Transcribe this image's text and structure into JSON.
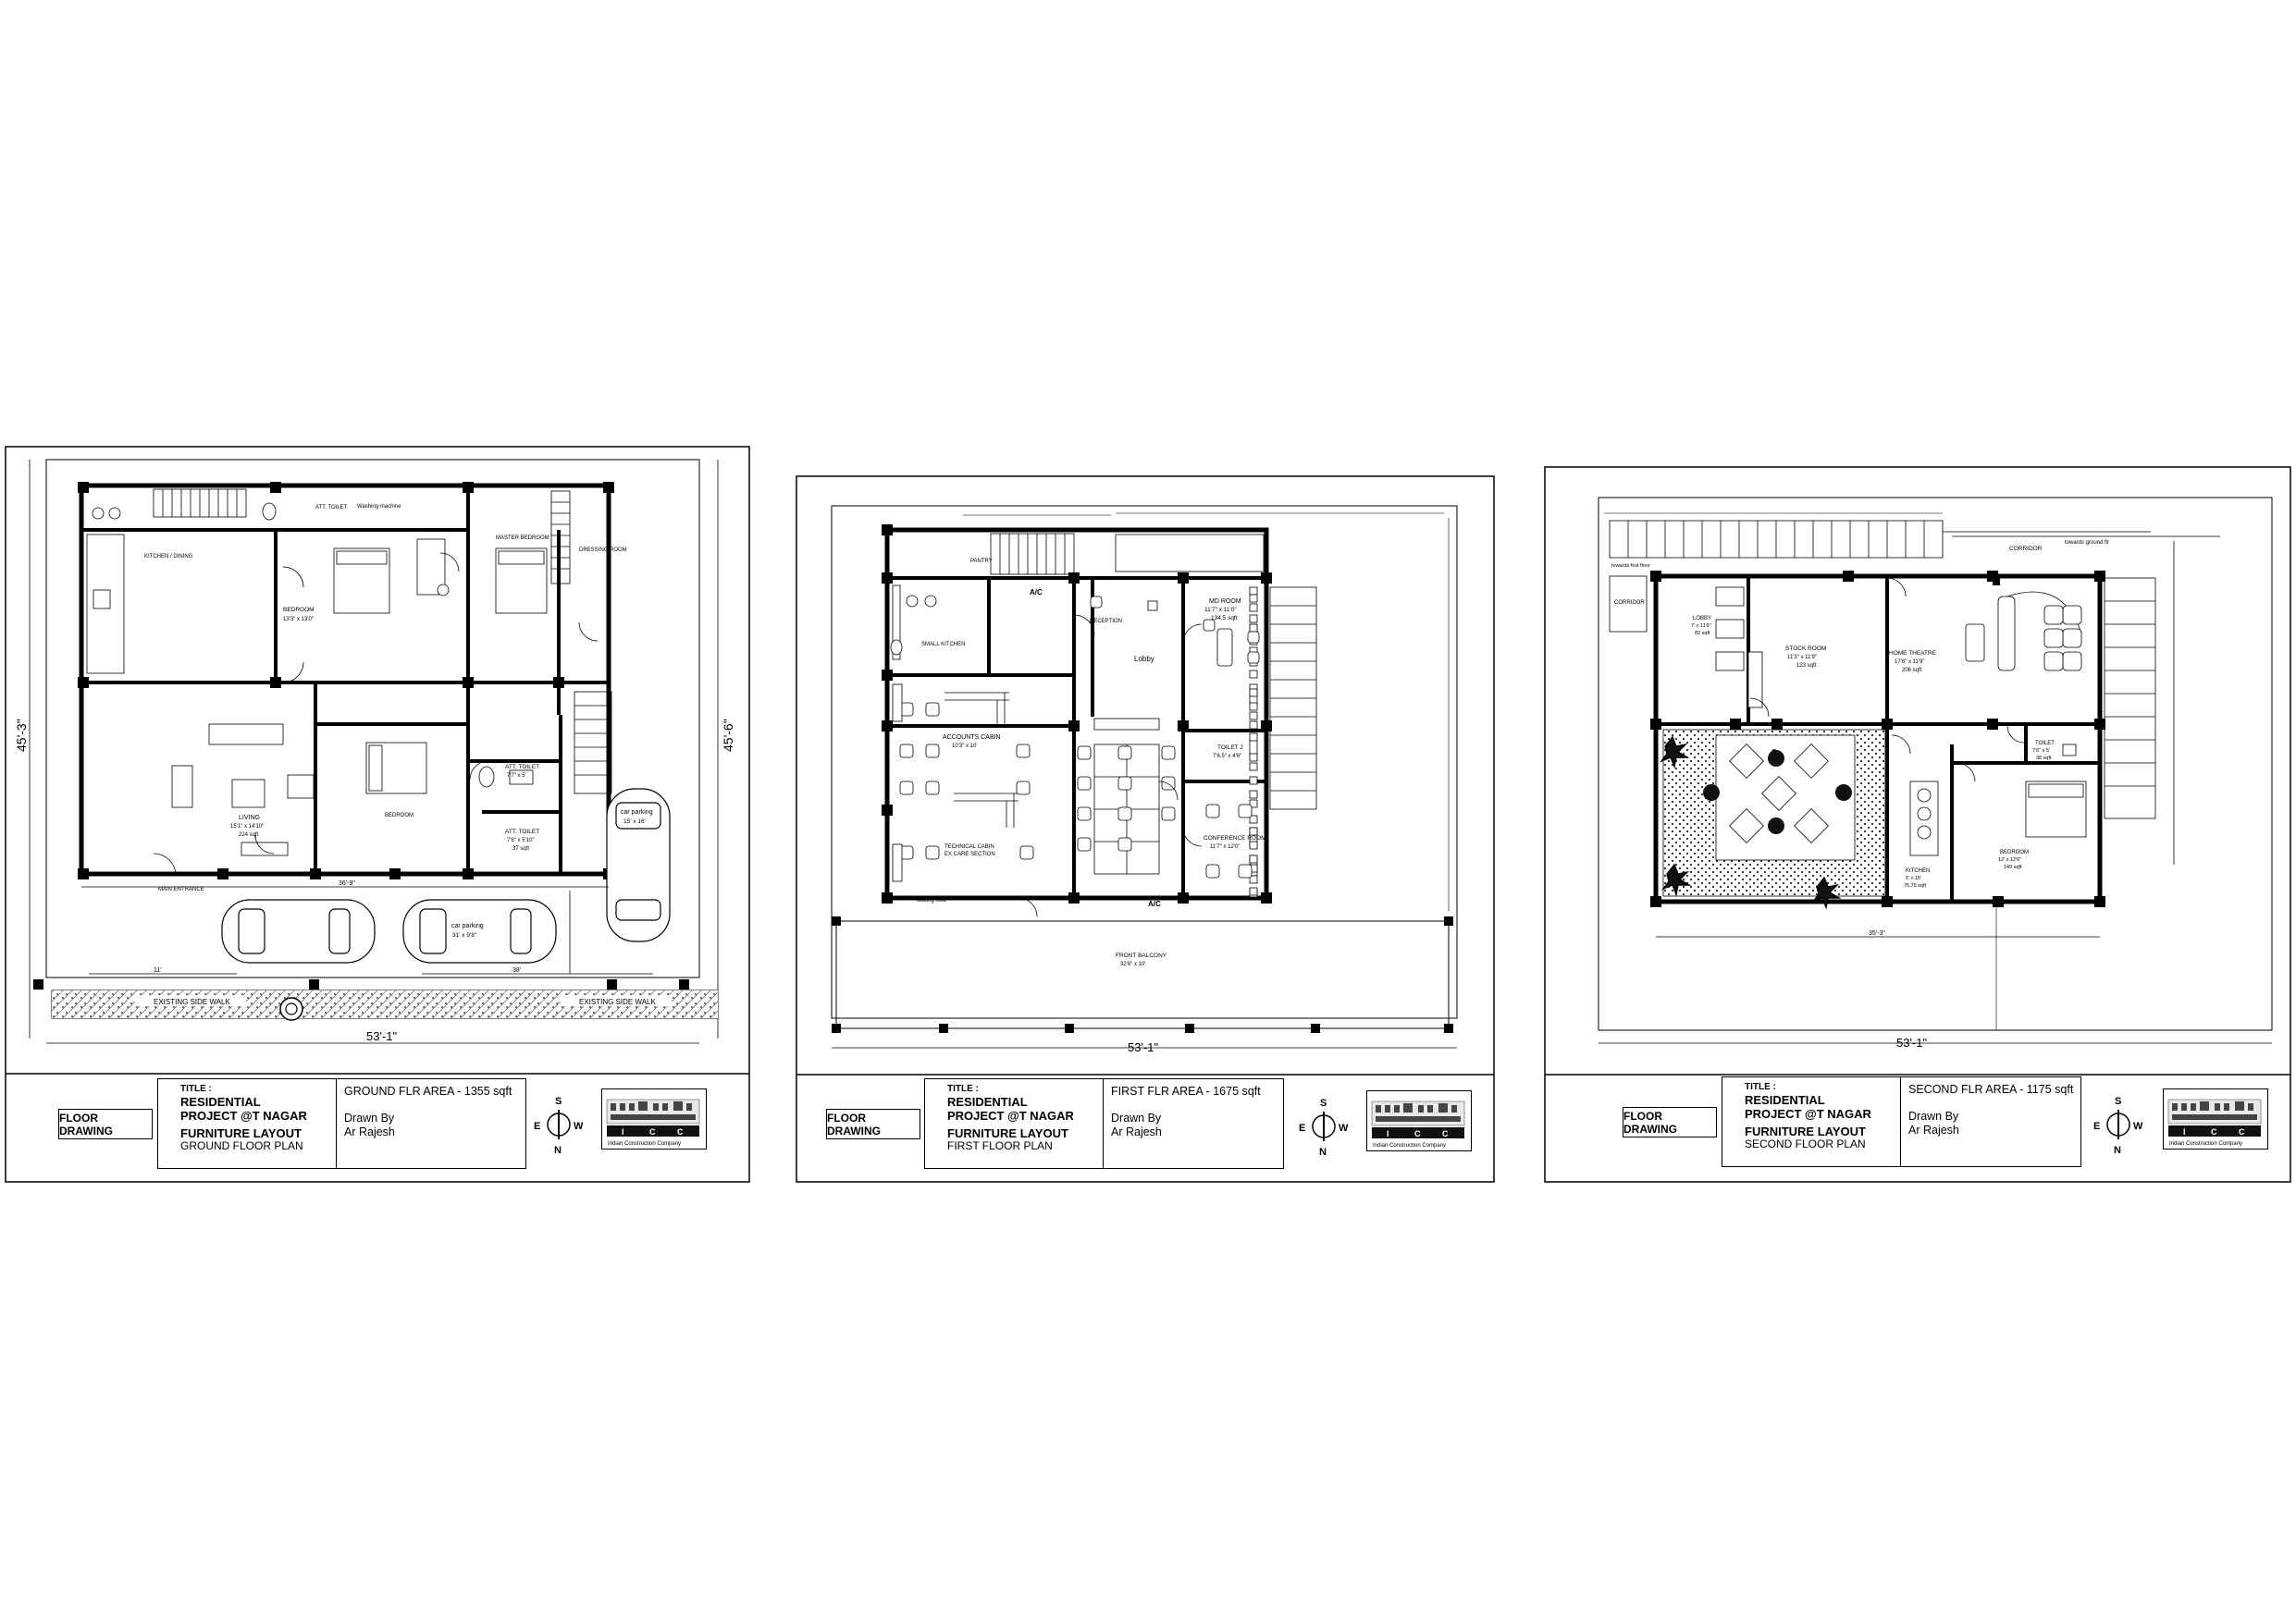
{
  "sheets": [
    {
      "dims": {
        "width": "53'-1\"",
        "left": "45'-3\"",
        "right": "45'-6\"",
        "inner_w": "36'-9\"",
        "d1": "11'",
        "d2": "38'"
      },
      "rooms": {
        "stairs_bath": "ATT. TOILET",
        "washing": "Washing machine",
        "master_bed": "MASTER BEDROOM",
        "dressing": "DRESSING ROOM",
        "kitchen_dining": "KITCHEN / DINING",
        "bedroom1": "BEDROOM",
        "bedroom1_size": "13'3\" x 13'0\"",
        "living": "LIVING",
        "living_size": "15'1\" x 14'10\"",
        "living_area": "224 sqft",
        "bedroom2": "BEDROOM",
        "att_toilet1": "ATT. TOILET",
        "att_toilet1_size": "7'7\" x 5'",
        "att_toilet2": "ATT. TOILET",
        "att_toilet2_size": "7'6\" x 5'10\"",
        "att_toilet2_area": "37 sqft",
        "car_parking_side": "car parking",
        "car_parking_side_size": "15' x 16'",
        "car_parking_front": "car parking",
        "car_parking_front_size": "31' x 9'8\"",
        "main_entrance": "MAIN ENTRANCE",
        "sidewalk_left": "EXISTING SIDE WALK",
        "sidewalk_right": "EXISTING SIDE WALK"
      },
      "title_block": {
        "floor_drawing": "FLOOR DRAWING",
        "title_label": "TITLE :",
        "project": "RESIDENTIAL PROJECT @T NAGAR",
        "layout": "FURNITURE LAYOUT",
        "floor": "GROUND FLOOR PLAN",
        "area": "GROUND FLR AREA -  1355 sqft",
        "drawn_by": "Drawn By",
        "architect": "Ar Rajesh"
      }
    },
    {
      "dims": {
        "width": "53'-1\""
      },
      "rooms": {
        "pantry": "PANTRY",
        "small_kitchen": "SMALL KITCHEN",
        "reception": "RECEPTION",
        "lobby": "Lobby",
        "md_room": "MD ROOM",
        "md_room_size": "11'7\" x 11'0\"",
        "md_room_area": "134.5 sqft",
        "accounts": "ACCOUNTS CABIN",
        "accounts_size": "10'3\" x 10'",
        "technical": "TECHNICAL CABIN",
        "technical_sub": "EX CARE SECTION",
        "toilet2": "TOILET 2",
        "toilet2_size": "7'6.5\" x 4'6\"",
        "conference": "CONFERENCE ROOM",
        "conference_size": "11'7\" x 12'0\"",
        "waiting": "waiting sofa",
        "front_balcony": "FRONT BALCONY",
        "front_balcony_size": "32'6\" x 10'",
        "ac1": "A/C",
        "ac2": "A/C"
      },
      "title_block": {
        "floor_drawing": "FLOOR DRAWING",
        "title_label": "TITLE :",
        "project": "RESIDENTIAL PROJECT @T NAGAR",
        "layout": "FURNITURE LAYOUT",
        "floor": "FIRST FLOOR PLAN",
        "area": "FIRST FLR AREA -  1675 sqft",
        "drawn_by": "Drawn By",
        "architect": "Ar Rajesh"
      }
    },
    {
      "dims": {
        "width": "53'-1\"",
        "inner_w": "35'-3\""
      },
      "rooms": {
        "towards_first": "towards first floor",
        "corridor_left": "CORRIDOR",
        "corridor_top": "CORRIDOR",
        "towards_ground": "towards ground flr",
        "lobby": "LOBBY",
        "lobby_size": "7' x 11'9\"",
        "lobby_area": "82 sqft",
        "stock_room": "STOCK ROOM",
        "stock_size": "11'3\" x 11'9\"",
        "stock_area": "123 sqft",
        "home_theatre": "HOME THEATRE",
        "home_theatre_size": "17'6\" x 11'9\"",
        "home_theatre_area": "206 sqft",
        "toilet": "TOILET",
        "toilet_size": "7'6\" x 5'",
        "toilet_area": "38 sqft",
        "kitchen": "KITCHEN",
        "kitchen_size": "5' x 15'",
        "kitchen_area": "75.75 sqft",
        "bedroom": "BEDROOM",
        "bedroom_size": "12' x 12'6\"",
        "bedroom_area": "149 sqft"
      },
      "title_block": {
        "floor_drawing": "FLOOR DRAWING",
        "title_label": "TITLE :",
        "project": "RESIDENTIAL PROJECT @T NAGAR",
        "layout": "FURNITURE LAYOUT",
        "floor": "SECOND FLOOR PLAN",
        "area": "SECOND FLR AREA -  1175 sqft",
        "drawn_by": "Drawn By",
        "architect": "Ar Rajesh"
      }
    }
  ],
  "compass": {
    "s": "S",
    "e": "E",
    "w": "W",
    "n": "N"
  },
  "logo": {
    "letters": [
      "I",
      "C",
      "C"
    ],
    "caption": "Indian Construction Company"
  }
}
